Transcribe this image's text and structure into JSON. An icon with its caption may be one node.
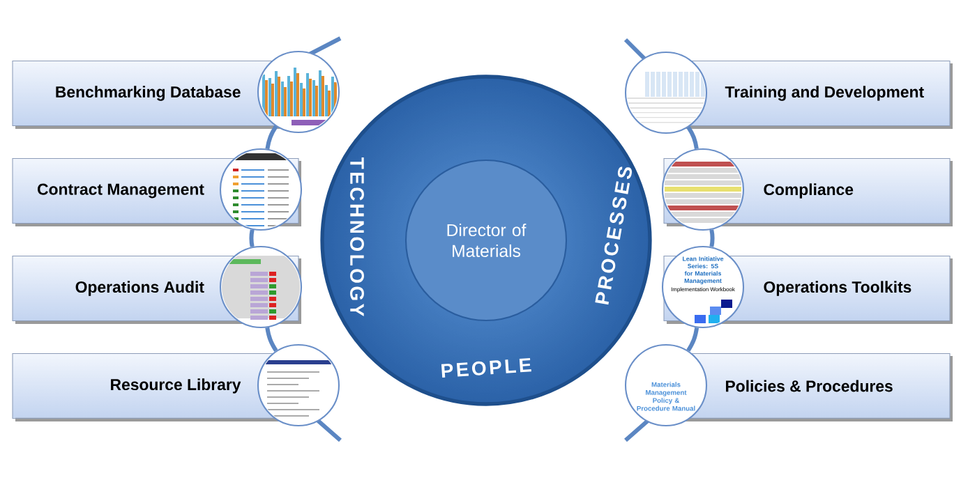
{
  "diagram": {
    "nodes": [
      {
        "text": [
          "TECHNOLOGY",
          "PROCESSES",
          "PEOPLE"
        ]
      },
      {
        "text": [
          "Director of Materials"
        ],
        "in": 0
      },
      {
        "text": [
          "Benchmarking Database"
        ]
      },
      {
        "text": [],
        "shape": "picture"
      },
      {
        "text": [
          "Contract Management"
        ]
      },
      {
        "text": [],
        "shape": "picture"
      },
      {
        "text": [
          "Operations Audit"
        ]
      },
      {
        "text": [],
        "shape": "picture"
      },
      {
        "text": [
          "Resource Library"
        ]
      },
      {
        "text": [],
        "shape": "picture"
      },
      {
        "text": [
          "Training and Development"
        ]
      },
      {
        "text": [],
        "shape": "picture"
      },
      {
        "text": [
          "Compliance"
        ]
      },
      {
        "text": [],
        "shape": "picture"
      },
      {
        "text": [
          "Operations Toolkits"
        ]
      },
      {
        "text": [
          "Lean Initiative Series: 5S for Materials Management",
          "Implementation Workbook"
        ]
      },
      {
        "text": [
          "Policies & Procedures"
        ]
      },
      {
        "text": [
          "Materials Management Policy & Procedure Manual"
        ]
      }
    ],
    "edges": [
      {
        "from": 3,
        "to": 5,
        "arrow": "none"
      },
      {
        "from": 5,
        "to": 7,
        "arrow": "none"
      },
      {
        "from": 7,
        "to": 9,
        "arrow": "none"
      },
      {
        "from": 11,
        "to": 13,
        "arrow": "none"
      },
      {
        "from": 13,
        "to": 15,
        "arrow": "none"
      },
      {
        "from": 15,
        "to": 17,
        "arrow": "none"
      }
    ]
  }
}
